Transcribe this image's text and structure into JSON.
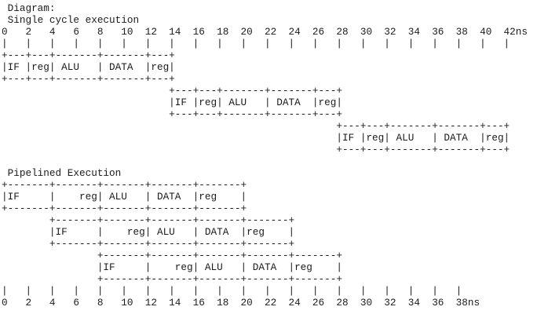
{
  "colors": {
    "text": "#1b1b1b",
    "background": "#ffffff"
  },
  "diagram": {
    "title": "Diagram:",
    "single_cycle": {
      "heading": "Single cycle execution",
      "time_axis": {
        "numbers": "0   2   4   6   8   10  12  14  16  18  20  22  24  26  28  30  32  34  36  38  40  42ns",
        "ticks": "|   |   |   |   |   |   |   |   |   |   |   |   |   |   |   |   |   |   |   |   |   |"
      },
      "instructions": [
        {
          "top": "+---+---+-------+-------+---+",
          "cells": "|IF |reg| ALU   | DATA  |reg|",
          "bottom": "+---+---+-------+-------+---+"
        },
        {
          "top": "                            +---+---+-------+-------+---+",
          "cells": "                            |IF |reg| ALU   | DATA  |reg|",
          "bottom": "                            +---+---+-------+-------+---+"
        },
        {
          "top": "                                                        +---+---+-------+-------+---+",
          "cells": "                                                        |IF |reg| ALU   | DATA  |reg|",
          "bottom": "                                                        +---+---+-------+-------+---+"
        }
      ]
    },
    "pipelined": {
      "heading": "Pipelined Execution",
      "instructions": [
        {
          "top": "+-------+-------+-------+-------+-------+",
          "cells": "|IF     |    reg| ALU   | DATA  |reg    |",
          "bottom": "+-------+-------+-------+-------+-------+"
        },
        {
          "top": "        +-------+-------+-------+-------+-------+",
          "cells": "        |IF     |    reg| ALU   | DATA  |reg    |",
          "bottom": "        +-------+-------+-------+-------+-------+"
        },
        {
          "top": "                +-------+-------+-------+-------+-------+",
          "cells": "                |IF     |    reg| ALU   | DATA  |reg    |",
          "bottom": "                +-------+-------+-------+-------+-------+"
        }
      ],
      "time_axis": {
        "ticks": "|   |   |   |   |   |   |   |   |   |   |   |   |   |   |   |   |   |   |   |",
        "numbers": "0   2   4   6   8   10  12  14  16  18  20  22  24  26  28  30  32  34  36  38ns"
      }
    }
  }
}
